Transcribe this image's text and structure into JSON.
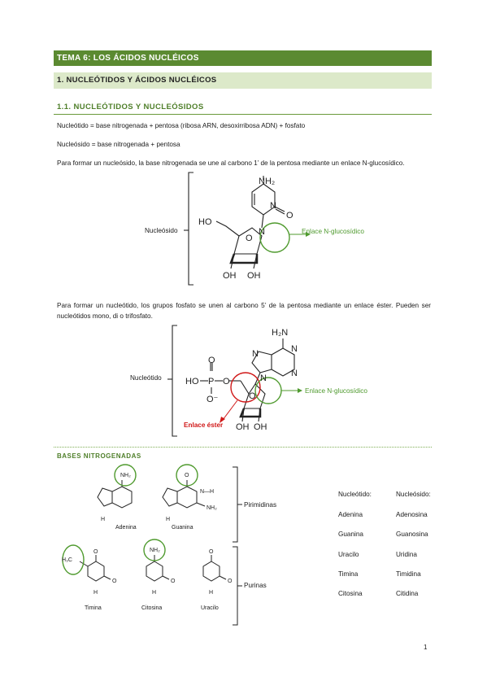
{
  "header": {
    "topic_title": "TEMA 6: LOS ÁCIDOS NUCLÉICOS",
    "section_title": "1. NUCLEÓTIDOS Y ÁCIDOS NUCLÉICOS",
    "subsection_title": "1.1. NUCLEÓTIDOS Y NUCLEÓSIDOS"
  },
  "body": {
    "def_nucleotido": "Nucleótido = base nitrogenada + pentosa (ribosa ARN, desoxirribosa ADN) + fosfato",
    "def_nucleosido": "Nucleósido = base nitrogenada + pentosa",
    "para_nucleosido": "Para formar un nucleósido, la base nitrogenada se une al carbono 1’ de la pentosa mediante un enlace N-glucosídico.",
    "para_nucleotido": "Para formar un nucleótido, los grupos fosfato se unen al carbono 5’ de la pentosa mediante un enlace éster. Pueden ser nucleótidos mono, di o trifosfato."
  },
  "figure1": {
    "label": "Nucleósido",
    "annotation": "Enlace N-glucosídico",
    "atoms": {
      "nh2": "NH₂",
      "n": "N",
      "o": "O",
      "ho": "HO",
      "oh": "OH"
    }
  },
  "figure2": {
    "label": "Nucleótido",
    "annotation_glyco": "Enlace N-glucosídico",
    "annotation_ester": "Enlace éster",
    "atoms": {
      "h2n": "H₂N",
      "n": "N",
      "o": "O",
      "p": "P",
      "ho": "HO",
      "o_minus": "O⁻",
      "oh": "OH"
    }
  },
  "bases": {
    "title": "BASES NITROGENADAS",
    "group_top": "Pirimidinas",
    "group_bottom": "Purinas",
    "names": [
      "Adenina",
      "Guanina",
      "Timina",
      "Citosina",
      "Uracilo"
    ],
    "atoms": {
      "nh2": "NH₂",
      "h3c": "H₃C",
      "h": "H",
      "n": "N",
      "o": "O"
    }
  },
  "table": {
    "headers": [
      "Nucleótido:",
      "Nucleósido:"
    ],
    "rows": [
      [
        "Adenina",
        "Adenosina"
      ],
      [
        "Guanina",
        "Guanosina"
      ],
      [
        "Uracilo",
        "Uridina"
      ],
      [
        "Timina",
        "Timidina"
      ],
      [
        "Citosina",
        "Citidina"
      ]
    ]
  },
  "footer": {
    "page_number": "1"
  },
  "colors": {
    "accent_green": "#5b8a31",
    "light_green": "#dce9c9",
    "highlight_green": "#4f9a2e",
    "highlight_red": "#d01818"
  }
}
